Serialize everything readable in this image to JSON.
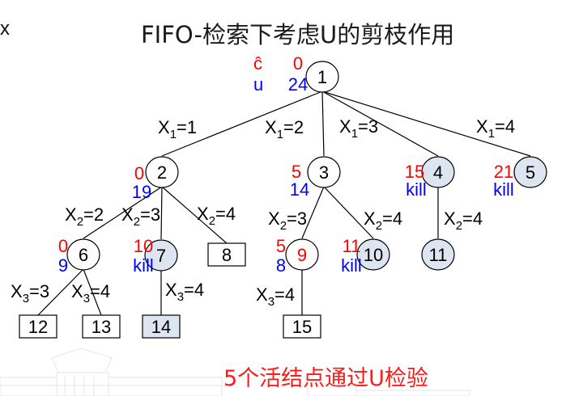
{
  "corner_text": "x",
  "title": "FIFO-检索下考虑U的剪枝作用",
  "footer": "5个活结点通过U检验",
  "colors": {
    "c_hat": "#ff0000",
    "u_value": "#0000ff",
    "node_line": "#000000",
    "killed_fill": "#dde6f0",
    "edge": "#000000",
    "footer": "#ff1a1a"
  },
  "legend": {
    "c_label": "ĉ",
    "u_label": "u"
  },
  "nodes": [
    {
      "id": "1",
      "shape": "circle",
      "killed": false,
      "c": "0",
      "u": "24"
    },
    {
      "id": "2",
      "shape": "circle",
      "killed": false,
      "c": "0",
      "u": "19"
    },
    {
      "id": "3",
      "shape": "circle",
      "killed": false,
      "c": "5",
      "u": "14"
    },
    {
      "id": "4",
      "shape": "circle",
      "killed": true,
      "c": "15",
      "u": "kill"
    },
    {
      "id": "5",
      "shape": "circle",
      "killed": true,
      "c": "21",
      "u": "kill"
    },
    {
      "id": "6",
      "shape": "circle",
      "killed": false,
      "c": "0",
      "u": "9"
    },
    {
      "id": "7",
      "shape": "circle",
      "killed": true,
      "c": "10",
      "u": "kill"
    },
    {
      "id": "8",
      "shape": "box",
      "killed": false
    },
    {
      "id": "9",
      "shape": "circle",
      "killed": false,
      "c": "5",
      "u": "8",
      "label_red": true
    },
    {
      "id": "10",
      "shape": "circle",
      "killed": true,
      "c": "11",
      "u": "kill"
    },
    {
      "id": "11",
      "shape": "circle",
      "killed": true
    },
    {
      "id": "12",
      "shape": "box",
      "killed": false
    },
    {
      "id": "13",
      "shape": "box",
      "killed": false
    },
    {
      "id": "14",
      "shape": "box",
      "killed": true
    },
    {
      "id": "15",
      "shape": "box",
      "killed": false
    }
  ],
  "edges": [
    {
      "from": "1",
      "to": "2",
      "var": "X",
      "sub": "1",
      "val": "1"
    },
    {
      "from": "1",
      "to": "3",
      "var": "X",
      "sub": "1",
      "val": "2"
    },
    {
      "from": "1",
      "to": "4",
      "var": "X",
      "sub": "1",
      "val": "3"
    },
    {
      "from": "1",
      "to": "5",
      "var": "X",
      "sub": "1",
      "val": "4"
    },
    {
      "from": "2",
      "to": "6",
      "var": "X",
      "sub": "2",
      "val": "2"
    },
    {
      "from": "2",
      "to": "7",
      "var": "X",
      "sub": "2",
      "val": "3"
    },
    {
      "from": "2",
      "to": "8",
      "var": "X",
      "sub": "2",
      "val": "4"
    },
    {
      "from": "3",
      "to": "9",
      "var": "X",
      "sub": "2",
      "val": "3"
    },
    {
      "from": "3",
      "to": "10",
      "var": "X",
      "sub": "2",
      "val": "4"
    },
    {
      "from": "4",
      "to": "11",
      "var": "X",
      "sub": "2",
      "val": "4"
    },
    {
      "from": "6",
      "to": "12",
      "var": "X",
      "sub": "3",
      "val": "3"
    },
    {
      "from": "6",
      "to": "13",
      "var": "X",
      "sub": "3",
      "val": "4"
    },
    {
      "from": "7",
      "to": "14",
      "var": "X",
      "sub": "3",
      "val": "4"
    },
    {
      "from": "9",
      "to": "15",
      "var": "X",
      "sub": "3",
      "val": "4"
    }
  ]
}
